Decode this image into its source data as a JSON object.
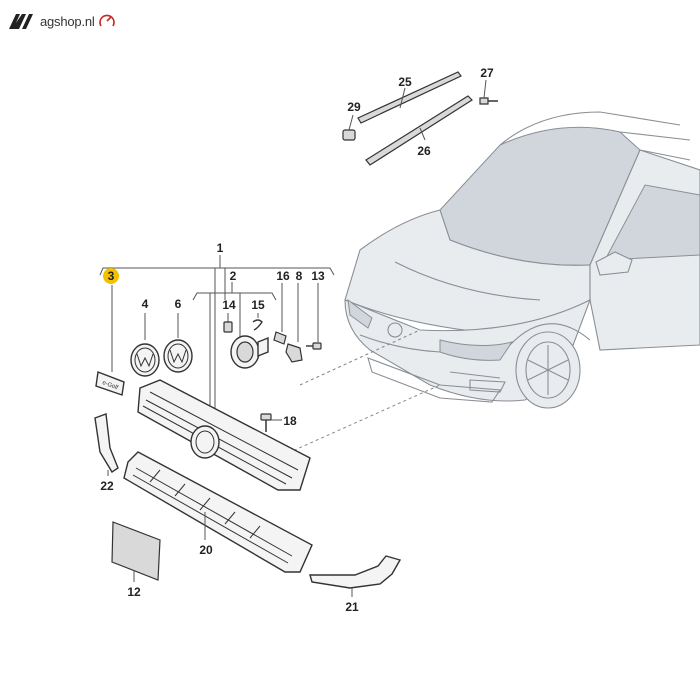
{
  "brand": {
    "logo_text": "agshop.nl",
    "logo_icon": "vag-logo-icon",
    "accent": "#c62828"
  },
  "highlight_color": "#f2c200",
  "callouts": {
    "c1": "1",
    "c2": "2",
    "c3": "3",
    "c4": "4",
    "c6": "6",
    "c8": "8",
    "c12": "12",
    "c13": "13",
    "c14": "14",
    "c15": "15",
    "c16": "16",
    "c18": "18",
    "c20": "20",
    "c21": "21",
    "c22": "22",
    "c25": "25",
    "c26": "26",
    "c27": "27",
    "c29": "29"
  }
}
